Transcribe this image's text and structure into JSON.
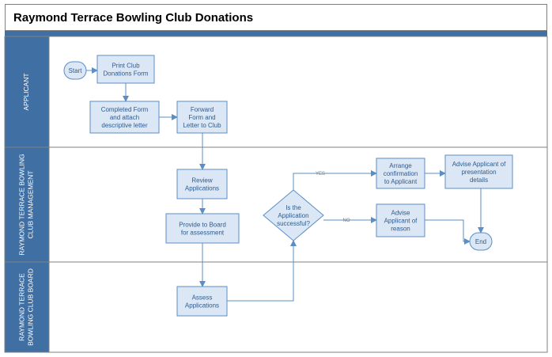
{
  "title": "Raymond Terrace Bowling Club Donations",
  "colors": {
    "lane_header": "#3f6fa3",
    "lane_text": "#ffffff",
    "node_fill": "#dbe7f4",
    "node_stroke": "#5b8ec5",
    "connector": "#5b8ec5",
    "node_text": "#2f5b8f"
  },
  "lanes": [
    {
      "id": "applicant",
      "label_lines": [
        "APPLICANT"
      ]
    },
    {
      "id": "management",
      "label_lines": [
        "RAYMOND TERRACE BOWLING",
        "CLUB MANAGEMENT"
      ]
    },
    {
      "id": "board",
      "label_lines": [
        "RAYMOND TERRACE",
        "BOWLING CLUB BOARD"
      ]
    }
  ],
  "nodes": [
    {
      "id": "start",
      "type": "terminator",
      "lines": [
        "Start"
      ]
    },
    {
      "id": "print_form",
      "type": "process",
      "lines": [
        "Print Club",
        "Donations Form"
      ]
    },
    {
      "id": "completed_form",
      "type": "process",
      "lines": [
        "Completed Form",
        "and attach",
        "descriptive letter"
      ]
    },
    {
      "id": "forward_form",
      "type": "process",
      "lines": [
        "Forward",
        "Form and",
        "Letter to Club"
      ]
    },
    {
      "id": "review",
      "type": "process",
      "lines": [
        "Review",
        "Applications"
      ]
    },
    {
      "id": "provide_board",
      "type": "process",
      "lines": [
        "Provide to Board",
        "for assessment"
      ]
    },
    {
      "id": "assess",
      "type": "process",
      "lines": [
        "Assess",
        "Applications"
      ]
    },
    {
      "id": "decision",
      "type": "decision",
      "lines": [
        "Is the",
        "Application",
        "successful?"
      ]
    },
    {
      "id": "arrange",
      "type": "process",
      "lines": [
        "Arrange",
        "confirmation",
        "to Applicant"
      ]
    },
    {
      "id": "advise_reason",
      "type": "process",
      "lines": [
        "Advise",
        "Applicant of",
        "reason"
      ]
    },
    {
      "id": "advise_presentation",
      "type": "process",
      "lines": [
        "Advise Applicant of",
        "presentation",
        "details"
      ]
    },
    {
      "id": "end",
      "type": "terminator",
      "lines": [
        "End"
      ]
    }
  ],
  "edges": [
    {
      "from": "start",
      "to": "print_form",
      "label": ""
    },
    {
      "from": "print_form",
      "to": "completed_form",
      "label": ""
    },
    {
      "from": "completed_form",
      "to": "forward_form",
      "label": ""
    },
    {
      "from": "forward_form",
      "to": "review",
      "label": ""
    },
    {
      "from": "review",
      "to": "provide_board",
      "label": ""
    },
    {
      "from": "provide_board",
      "to": "assess",
      "label": ""
    },
    {
      "from": "assess",
      "to": "decision",
      "label": ""
    },
    {
      "from": "decision",
      "to": "arrange",
      "label": "YES"
    },
    {
      "from": "decision",
      "to": "advise_reason",
      "label": "NO"
    },
    {
      "from": "arrange",
      "to": "advise_presentation",
      "label": ""
    },
    {
      "from": "advise_presentation",
      "to": "end",
      "label": ""
    },
    {
      "from": "advise_reason",
      "to": "end",
      "label": ""
    }
  ]
}
